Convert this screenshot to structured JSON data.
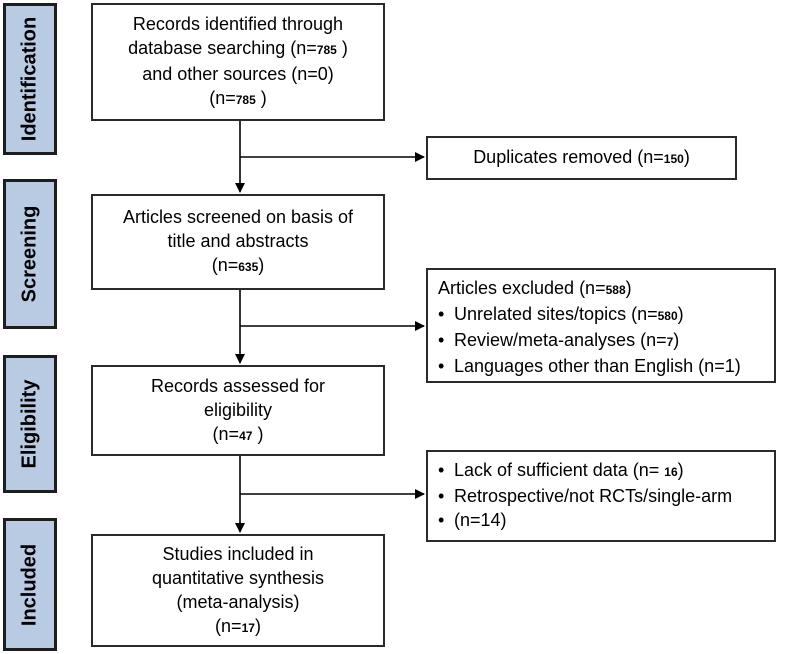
{
  "stages": [
    "Identification",
    "Screening",
    "Eligibility",
    "Included"
  ],
  "identification": {
    "line1": "Records identified through",
    "line2_pre": "database searching (n=",
    "line2_n": "785",
    "line2_post": " )",
    "line3": "and other sources (n=0)",
    "line4_pre": "(n=",
    "line4_n": "785",
    "line4_post": " )"
  },
  "duplicates": {
    "pre": "Duplicates removed (n=",
    "n": "150",
    "post": ")"
  },
  "screening": {
    "line1": "Articles screened on basis of",
    "line2": "title and abstracts",
    "line3_pre": "(n=",
    "line3_n": "635",
    "line3_post": ")"
  },
  "excluded": {
    "title_pre": "Articles excluded (n=",
    "title_n": "588",
    "title_post": ")",
    "item1_pre": "Unrelated sites/topics (n=",
    "item1_n": "580",
    "item1_post": ")",
    "item2_pre": "Review/meta-analyses (n=",
    "item2_n": "7",
    "item2_post": ")",
    "item3": "Languages other than English (n=1)"
  },
  "eligibility": {
    "line1": "Records assessed for",
    "line2": "eligibility",
    "line3_pre": "(n=",
    "line3_n": "47",
    "line3_post": " )"
  },
  "eligibility_excluded": {
    "item1_pre": "Lack of sufficient data (n= ",
    "item1_n": "16",
    "item1_post": ")",
    "item2_line1": "Retrospective/not RCTs/single-arm",
    "item2_line2": "(n=14)"
  },
  "included": {
    "line1": "Studies included in",
    "line2": "quantitative synthesis",
    "line3": "(meta-analysis)",
    "line4_pre": "(n=",
    "line4_n": "17",
    "line4_post": ")"
  },
  "colors": {
    "stage_fill": "#b9cbe3",
    "border": "#2a2a2a",
    "arrow": "#000000"
  }
}
